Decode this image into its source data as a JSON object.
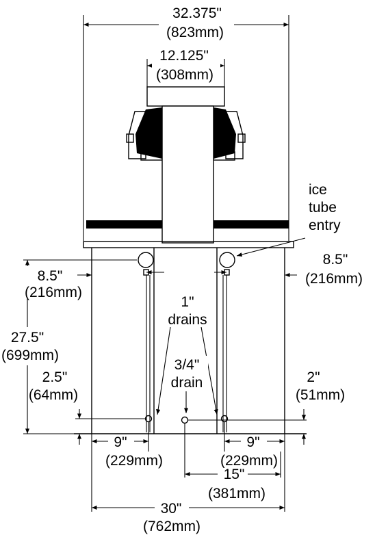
{
  "labels": {
    "overall_width_in": "32.375\"",
    "overall_width_mm": "(823mm)",
    "head_width_in": "12.125\"",
    "head_width_mm": "(308mm)",
    "ice_tube_l1": "ice",
    "ice_tube_l2": "tube",
    "ice_tube_l3": "entry",
    "left_side_in": "8.5\"",
    "left_side_mm": "(216mm)",
    "right_side_in": "8.5\"",
    "right_side_mm": "(216mm)",
    "height_in": "27.5\"",
    "height_mm": "(699mm)",
    "drains_l1": "1\"",
    "drains_l2": "drains",
    "center_drain_l1": "3/4\"",
    "center_drain_l2": "drain",
    "left_drain_h_in": "2.5\"",
    "left_drain_h_mm": "(64mm)",
    "right_drain_h_in": "2\"",
    "right_drain_h_mm": "(51mm)",
    "left_drain_x_in": "9\"",
    "left_drain_x_mm": "(229mm)",
    "right_drain_x_in": "9\"",
    "right_drain_x_mm": "(229mm)",
    "center_drain_x_in": "15\"",
    "center_drain_x_mm": "(381mm)",
    "base_width_in": "30\"",
    "base_width_mm": "(762mm)"
  }
}
